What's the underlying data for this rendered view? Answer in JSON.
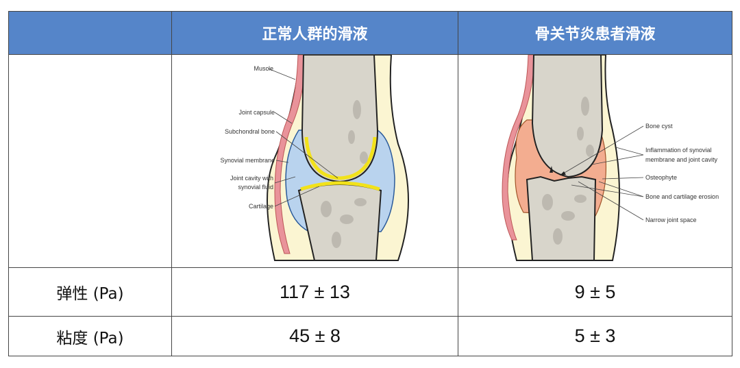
{
  "table": {
    "header": [
      "",
      "正常人群的滑液",
      "骨关节炎患者滑液"
    ],
    "normal_diagram_labels": {
      "muscle": "Muscle",
      "joint_capsule": "Joint capsule",
      "subchondral_bone": "Subchondral bone",
      "synovial_membrane": "Synovial membrane",
      "joint_cavity_1": "Joint cavity with",
      "joint_cavity_2": "synovial fluid",
      "cartilage": "Cartilage"
    },
    "oa_diagram_labels": {
      "bone_cyst": "Bone cyst",
      "inflammation_1": "Inflammation  of synovial",
      "inflammation_2": "membrane and joint cavity",
      "osteophyte": "Osteophyte",
      "erosion": "Bone and cartilage erosion",
      "narrow_space": "Narrow joint space"
    },
    "rows": [
      {
        "label": "弹性 (Pa)",
        "normal": "117 ± 13",
        "oa": "9 ± 5"
      },
      {
        "label": "粘度 (Pa)",
        "normal": "45 ± 8",
        "oa": "5 ± 3"
      }
    ]
  },
  "colors": {
    "header": "#5585c9",
    "bone": "#d8d5cb",
    "fluid": "#b9d3ee",
    "cartilage": "#f2e21a",
    "muscle": "#e9939a",
    "capsule": "#fbf5d2",
    "inflamed": "#f3ad90"
  }
}
